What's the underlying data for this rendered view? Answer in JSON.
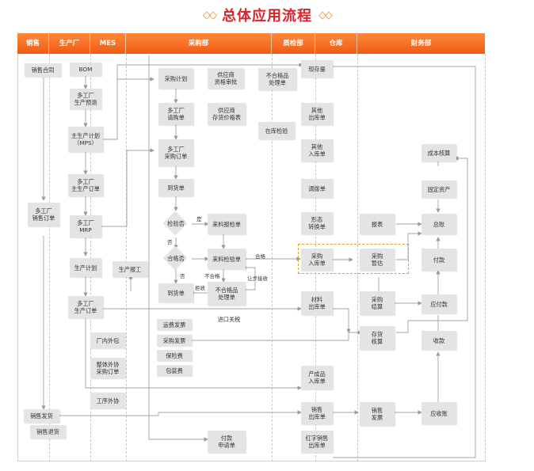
{
  "title": {
    "text": "总体应用流程",
    "accent": "#d9232b"
  },
  "columns": [
    "销售",
    "生产厂",
    "MES",
    "采购部",
    "质检部",
    "仓库",
    "财务部"
  ],
  "nodes": {
    "sales_contract": "销售合同",
    "multi_sales_order": "多工厂\n销售订单",
    "sales_shipment": "销售发货",
    "sales_return": "销售退货",
    "bom": "BOM",
    "multi_forecast": "多工厂\n生产预测",
    "mps": "主生产计划\n（MPS）",
    "multi_mps_order": "多工厂\n主生产订单",
    "multi_mrp": "多工厂\nMRP",
    "prod_plan": "生产计划",
    "multi_prod_order": "多工厂\n生产订单",
    "inplant_outsource": "厂内外包",
    "whole_outsource_po": "整体外协\n采购订单",
    "process_outsource": "工序外协",
    "prod_report": "生产报工",
    "purchase_plan": "采购计划",
    "supplier_qualification": "供应商\n资格审批",
    "multi_requisition": "多工厂\n请购单",
    "supplier_price": "供应商\n存货价格表",
    "multi_po": "多工厂\n采购订单",
    "arrival": "到货单",
    "inspect_q": "检验否",
    "pass_q": "合格否",
    "arrival2": "到货单",
    "incoming_report": "来料报检单",
    "incoming_inspect": "来料检验单",
    "nonconform_proc": "不合格品\n处理单",
    "import_customs": "进口关税",
    "freight_inv": "运费发票",
    "purchase_inv": "采购发票",
    "insurance": "保险费",
    "packaging": "包装费",
    "payment_request": "付款\n申请单",
    "nonconform_items": "不合格品\n处理单",
    "instock_inspect": "在库检验",
    "onhand": "现存量",
    "other_out": "其他\n出库单",
    "other_in": "其他\n入库单",
    "transfer": "调拨单",
    "form_convert": "形态\n转换单",
    "purchase_in": "采购\n入库单",
    "material_out": "材料\n出库单",
    "product_in": "产成品\n入库单",
    "sales_out": "销售\n出库单",
    "red_sales_out": "红字销售\n出库单",
    "cost_accounting": "成本核算",
    "fixed_assets": "固定资产",
    "report": "报表",
    "general_ledger": "总账",
    "purchase_estimate": "采购\n暂估",
    "payment": "付款",
    "purchase_settle": "采购\n结算",
    "payable": "应付款",
    "inventory_accounting": "存货\n核算",
    "receipt": "收款",
    "sales_invoice": "销售\n发票",
    "receivable": "应收账"
  },
  "edge_labels": {
    "yes1": "是",
    "no1": "否",
    "no2": "否",
    "pass": "合格",
    "fail": "不合格",
    "reject": "拒收",
    "concession": "让步接收"
  }
}
